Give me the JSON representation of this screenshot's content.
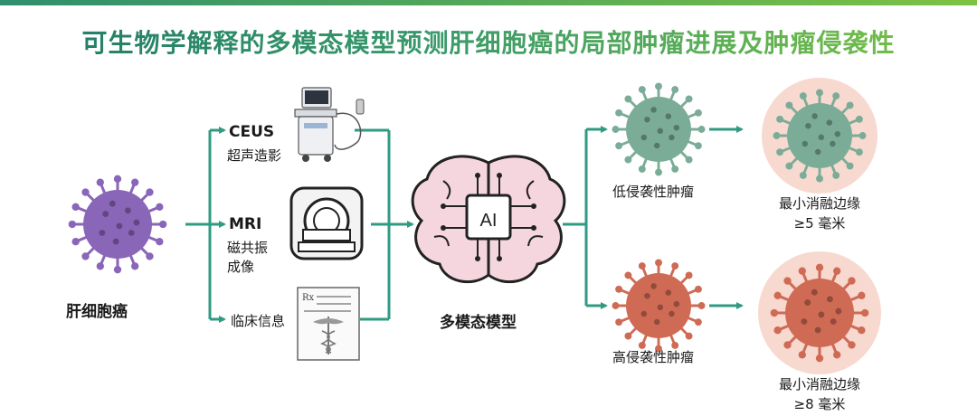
{
  "title": "可生物学解释的多模态模型预测肝细胞癌的局部肿瘤进展及肿瘤侵袭性",
  "source": {
    "label": "肝细胞癌"
  },
  "inputs": [
    {
      "abbr": "CEUS",
      "desc": "超声造影"
    },
    {
      "abbr": "MRI",
      "desc_line1": "磁共振",
      "desc_line2": "成像"
    },
    {
      "desc": "临床信息"
    }
  ],
  "model": {
    "chip_text": "AI",
    "label": "多模态模型"
  },
  "outcomes": [
    {
      "label": "低侵袭性肿瘤",
      "margin_line1": "最小消融边缘",
      "margin_line2": "≥5 毫米"
    },
    {
      "label": "高侵袭性肿瘤",
      "margin_line1": "最小消融边缘",
      "margin_line2": "≥8 毫米"
    }
  ],
  "colors": {
    "arrow": "#2f9b82",
    "virus_purple": "#8a66b8",
    "virus_green": "#7bac98",
    "virus_red": "#cf6a55",
    "halo": "#f7d9cf",
    "brain": "#f6d6de"
  }
}
